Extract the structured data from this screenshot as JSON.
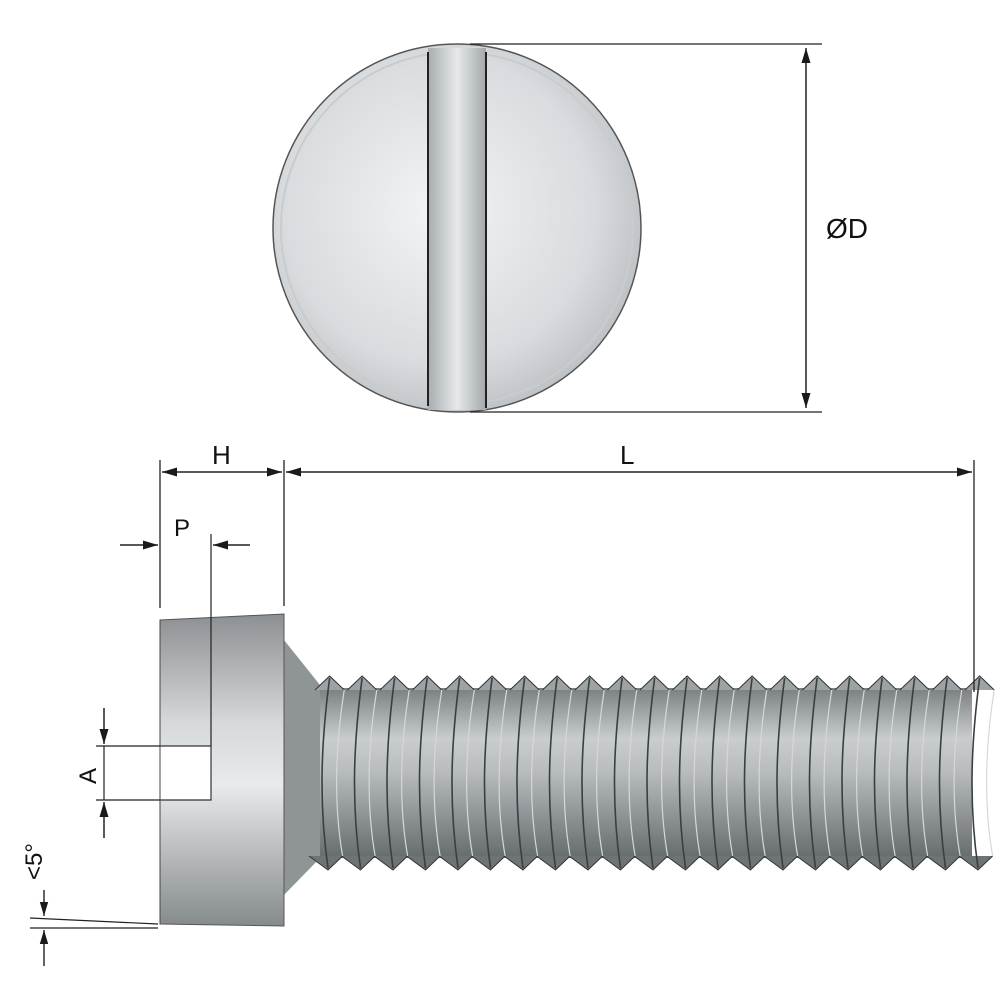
{
  "labels": {
    "diameter": "ØD",
    "head_height": "H",
    "length": "L",
    "slot_depth": "P",
    "slot_width": "A",
    "angle": "<5°"
  },
  "colors": {
    "line": "#1a1a1a",
    "metal_light": "#d9dde0",
    "metal_mid": "#aeb3b6",
    "metal_dark": "#6f7478"
  }
}
